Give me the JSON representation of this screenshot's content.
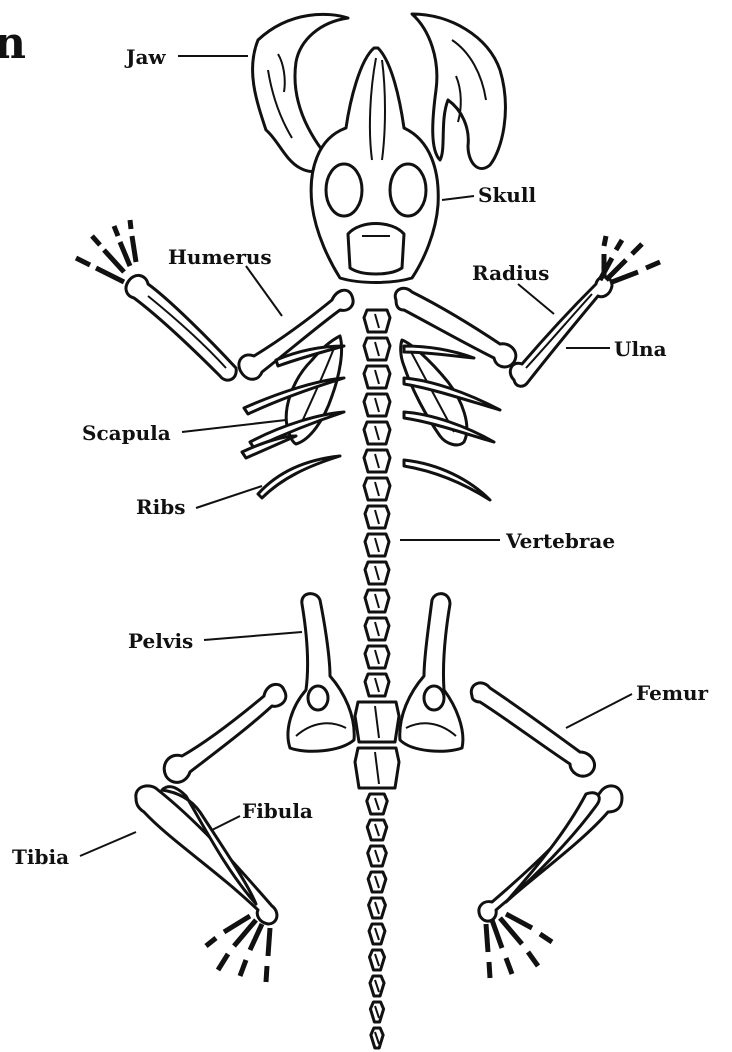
{
  "header": {
    "letter": "n"
  },
  "labels": {
    "jaw": "Jaw",
    "skull": "Skull",
    "humerus": "Humerus",
    "radius": "Radius",
    "ulna": "Ulna",
    "scapula": "Scapula",
    "ribs": "Ribs",
    "vertebrae": "Vertebrae",
    "pelvis": "Pelvis",
    "femur": "Femur",
    "fibula": "Fibula",
    "tibia": "Tibia"
  },
  "colors": {
    "ink": "#111111",
    "paper": "#ffffff"
  }
}
